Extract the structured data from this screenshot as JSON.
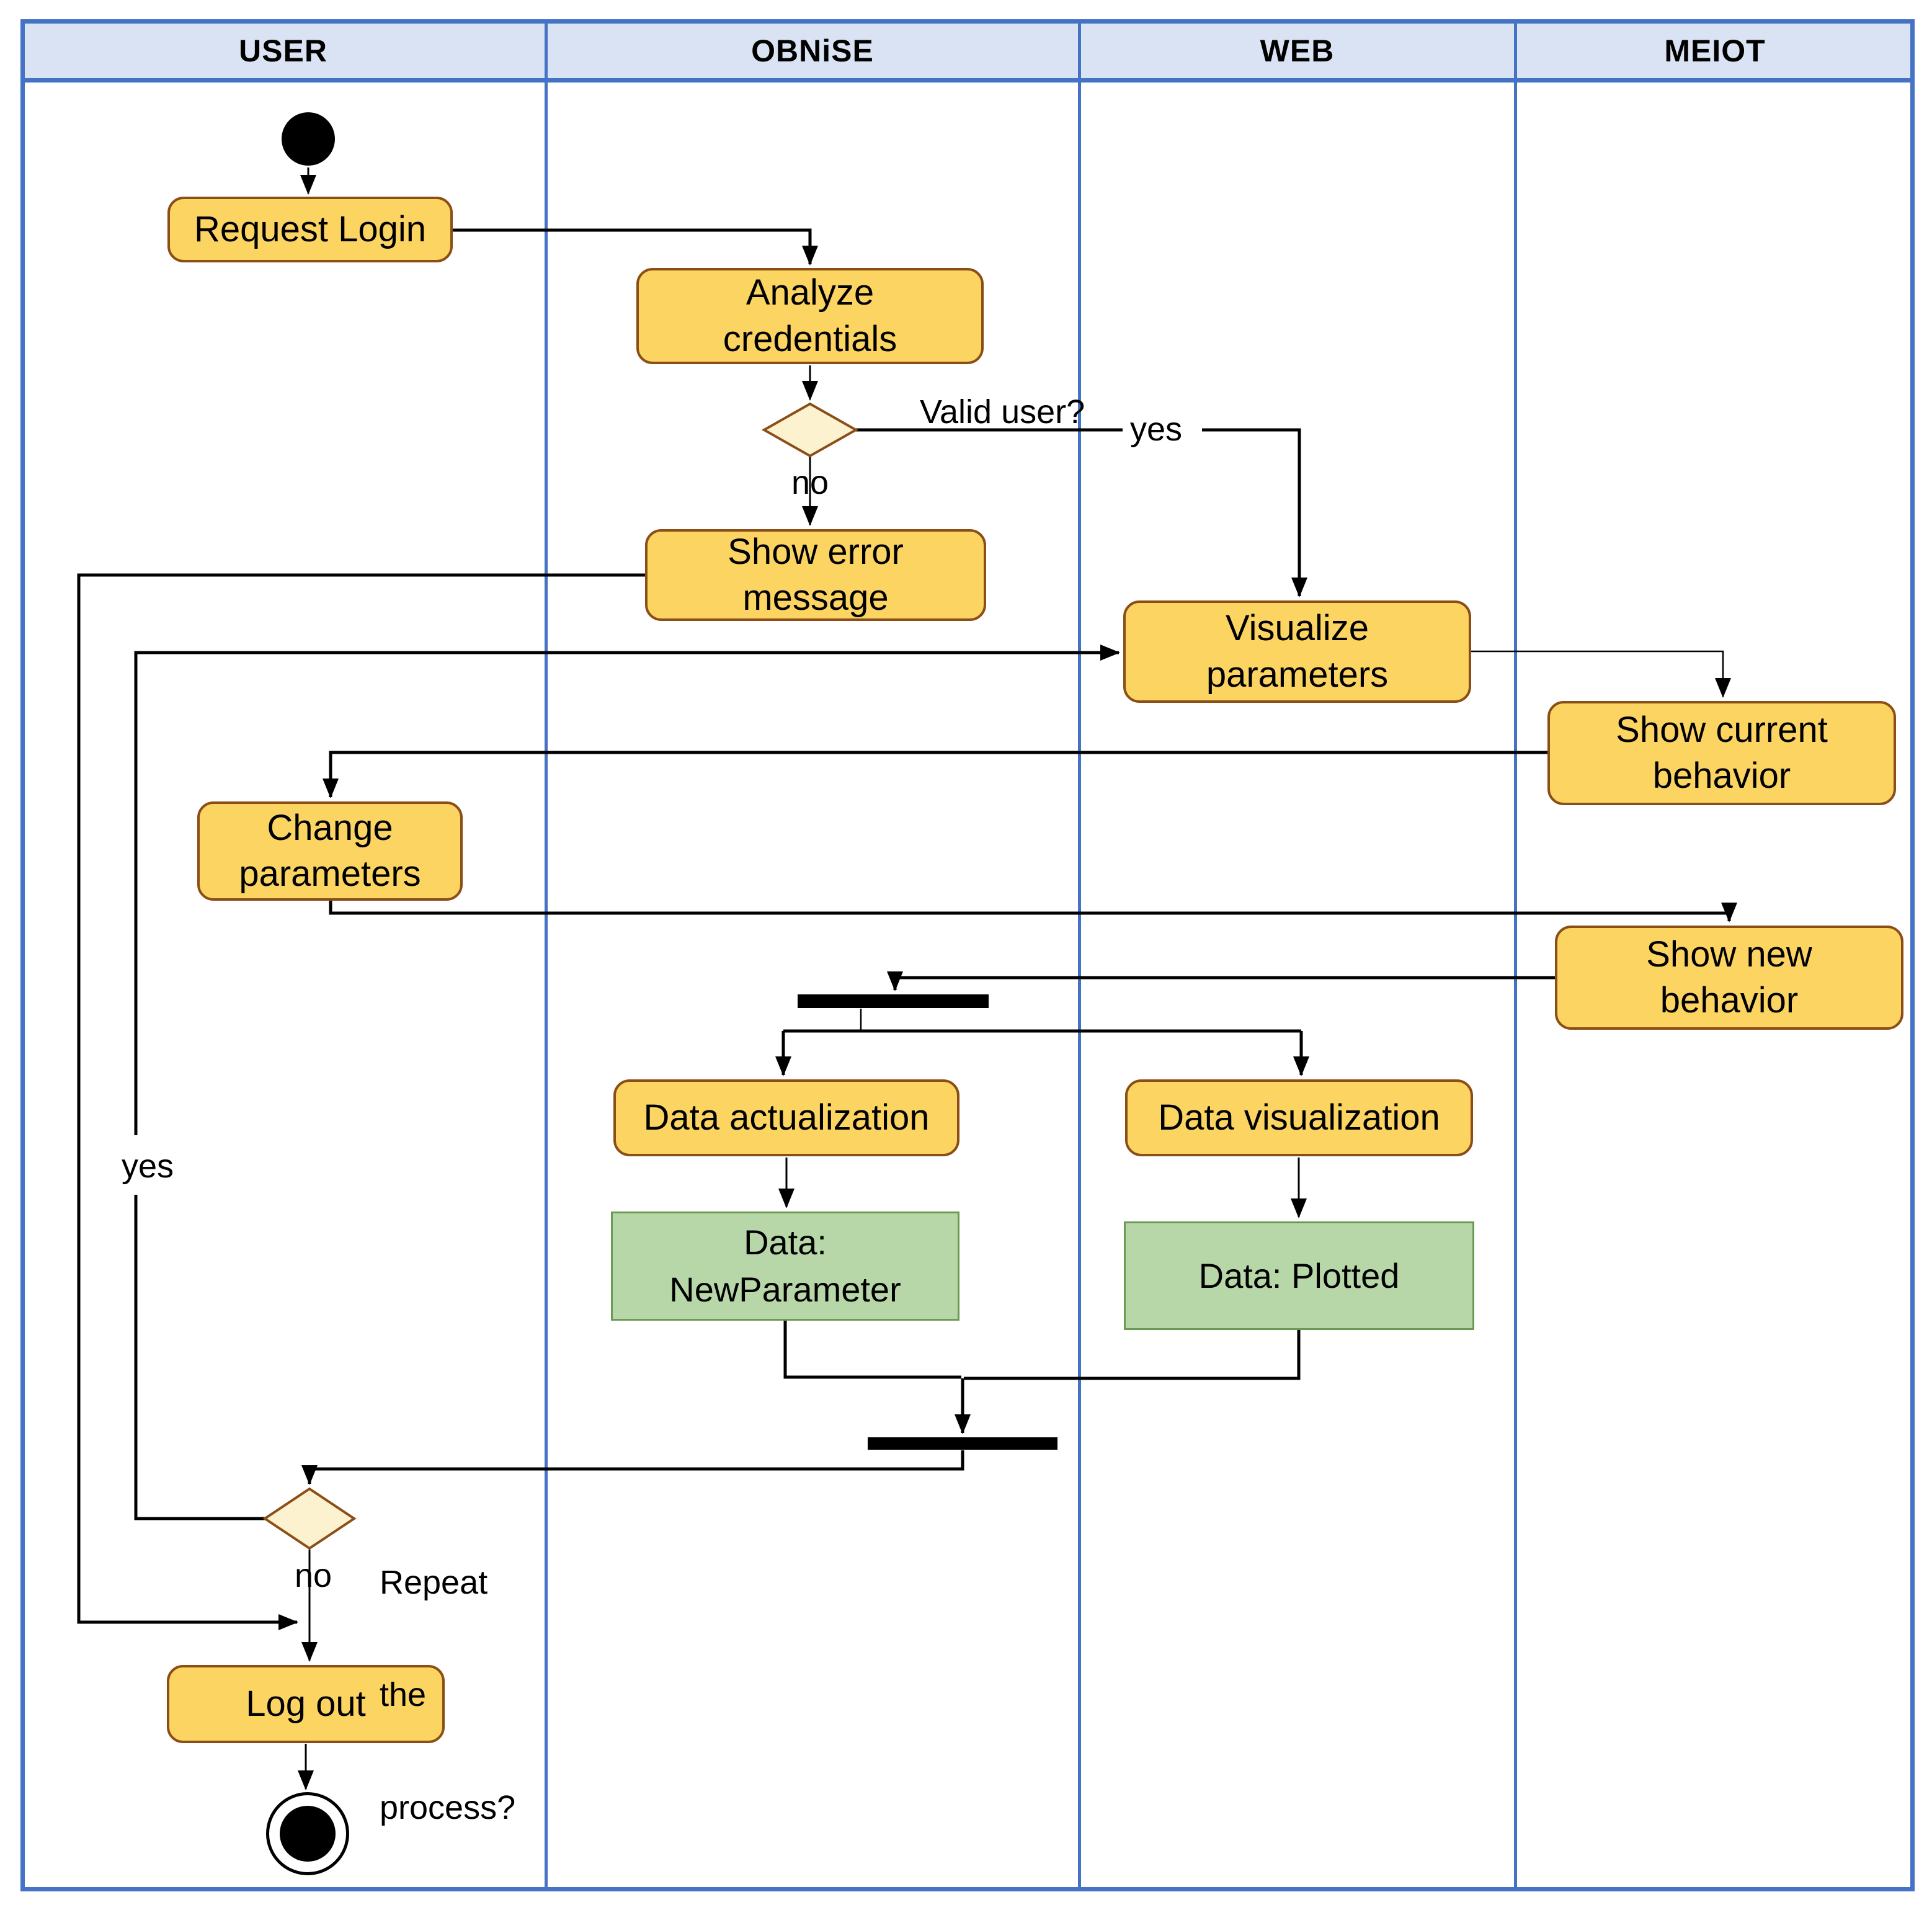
{
  "lanes": [
    {
      "label": "USER"
    },
    {
      "label": "OBNiSE"
    },
    {
      "label": "WEB"
    },
    {
      "label": "MEIOT"
    }
  ],
  "nodes": {
    "request_login": {
      "label": "Request Login"
    },
    "analyze_credentials": {
      "line1": "Analyze",
      "line2": "credentials"
    },
    "show_error": {
      "line1": "Show error",
      "line2": "message"
    },
    "visualize_parameters": {
      "line1": "Visualize",
      "line2": "parameters"
    },
    "show_current_behavior": {
      "line1": "Show current",
      "line2": "behavior"
    },
    "change_parameters": {
      "line1": "Change",
      "line2": "parameters"
    },
    "show_new_behavior": {
      "line1": "Show new",
      "line2": "behavior"
    },
    "data_actualization": {
      "label": "Data actualization"
    },
    "data_visualization": {
      "label": "Data visualization"
    },
    "data_new_parameter": {
      "line1": "Data:",
      "line2": "NewParameter"
    },
    "data_plotted": {
      "label": "Data: Plotted"
    },
    "log_out": {
      "label": "Log out"
    }
  },
  "decisions": {
    "valid_user": {
      "question": "Valid user?",
      "yes": "yes",
      "no": "no"
    },
    "repeat": {
      "line1": "Repeat",
      "line2": "the",
      "line3": "process?",
      "yes": "yes",
      "no": "no"
    }
  },
  "colors": {
    "frame_border": "#4472C4",
    "header_fill": "#DAE3F3",
    "activity_fill": "#FCD462",
    "activity_border": "#8B4E16",
    "decision_fill": "#FDF2D0",
    "data_fill": "#B7D7A8",
    "data_border": "#6B9A53",
    "line": "#000000"
  }
}
